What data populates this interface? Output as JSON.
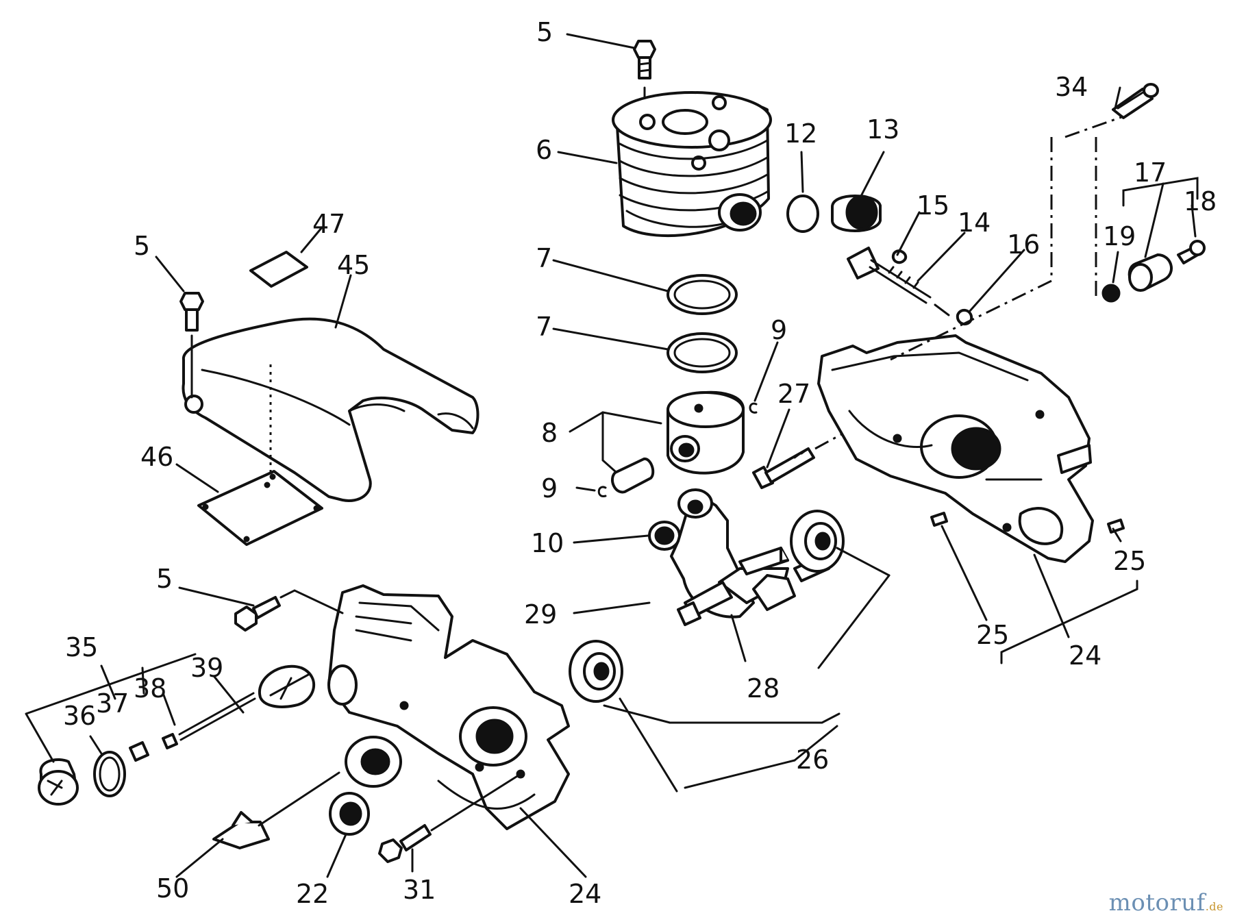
{
  "callouts": [
    {
      "id": "c5a",
      "text": "5"
    },
    {
      "id": "c6",
      "text": "6"
    },
    {
      "id": "c12",
      "text": "12"
    },
    {
      "id": "c13",
      "text": "13"
    },
    {
      "id": "c34",
      "text": "34"
    },
    {
      "id": "c17",
      "text": "17"
    },
    {
      "id": "c18",
      "text": "18"
    },
    {
      "id": "c19",
      "text": "19"
    },
    {
      "id": "c15",
      "text": "15"
    },
    {
      "id": "c14",
      "text": "14"
    },
    {
      "id": "c16",
      "text": "16"
    },
    {
      "id": "c47",
      "text": "47"
    },
    {
      "id": "c45",
      "text": "45"
    },
    {
      "id": "c5b",
      "text": "5"
    },
    {
      "id": "c7a",
      "text": "7"
    },
    {
      "id": "c7b",
      "text": "7"
    },
    {
      "id": "c9a",
      "text": "9"
    },
    {
      "id": "c27",
      "text": "27"
    },
    {
      "id": "c8",
      "text": "8"
    },
    {
      "id": "c9b",
      "text": "9"
    },
    {
      "id": "c46",
      "text": "46"
    },
    {
      "id": "c10",
      "text": "10"
    },
    {
      "id": "c25a",
      "text": "25"
    },
    {
      "id": "c5c",
      "text": "5"
    },
    {
      "id": "c29",
      "text": "29"
    },
    {
      "id": "c25b",
      "text": "25"
    },
    {
      "id": "c24a",
      "text": "24"
    },
    {
      "id": "c35",
      "text": "35"
    },
    {
      "id": "c39",
      "text": "39"
    },
    {
      "id": "c38",
      "text": "38"
    },
    {
      "id": "c37",
      "text": "37"
    },
    {
      "id": "c36",
      "text": "36"
    },
    {
      "id": "c28",
      "text": "28"
    },
    {
      "id": "c26",
      "text": "26"
    },
    {
      "id": "c50",
      "text": "50"
    },
    {
      "id": "c22",
      "text": "22"
    },
    {
      "id": "c31",
      "text": "31"
    },
    {
      "id": "c24b",
      "text": "24"
    }
  ],
  "watermark": {
    "main": "motoruf",
    "tld": ".de",
    "main_color": "#6b8fb3",
    "tld_color": "#c8962e"
  }
}
